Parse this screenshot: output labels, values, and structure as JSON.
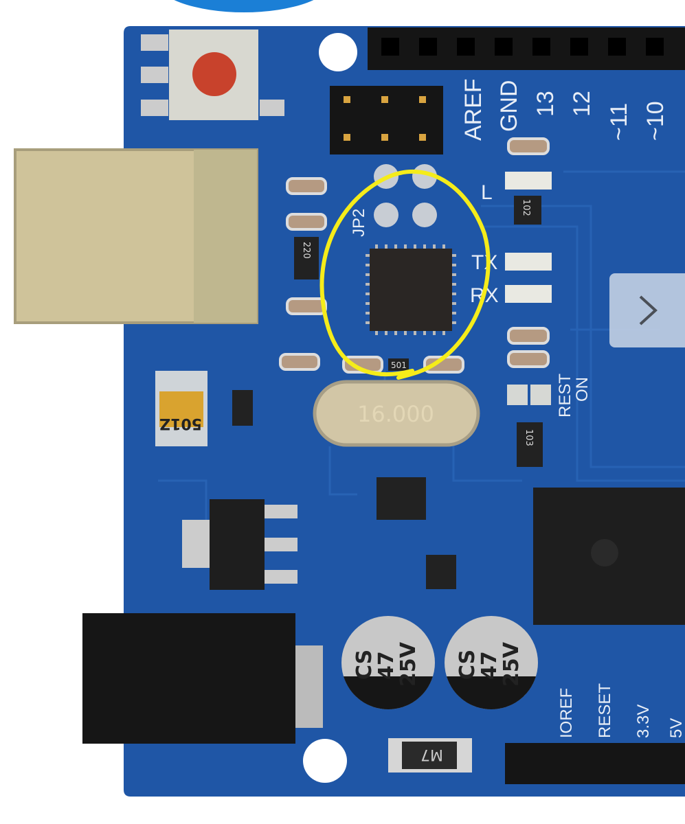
{
  "viewer": {
    "next_button_label": "next",
    "next_icon": "chevron-right-icon"
  },
  "colors": {
    "board": "#1f56a6",
    "annotation": "#f5ec1a",
    "header": "#151515"
  },
  "board_labels": {
    "aref": "AREF",
    "gnd": "GND",
    "p13": "13",
    "p12": "12",
    "p11": "~11",
    "p10": "~10",
    "l": "L",
    "tx": "TX",
    "rx": "RX",
    "jp2": "JP2",
    "rest": "REST",
    "on": "ON",
    "ioref": "IOREF",
    "reset": "RESET",
    "v33": "3.3V",
    "v5": "5V"
  },
  "component_markings": {
    "crystal": "16.000",
    "cap1": [
      "CS",
      "47",
      "25V"
    ],
    "cap2": [
      "CS",
      "47",
      "25V"
    ],
    "fuse": "501Z",
    "r220": "220",
    "r102": "102",
    "r103": "103",
    "diode": "M7",
    "r501": "501"
  }
}
